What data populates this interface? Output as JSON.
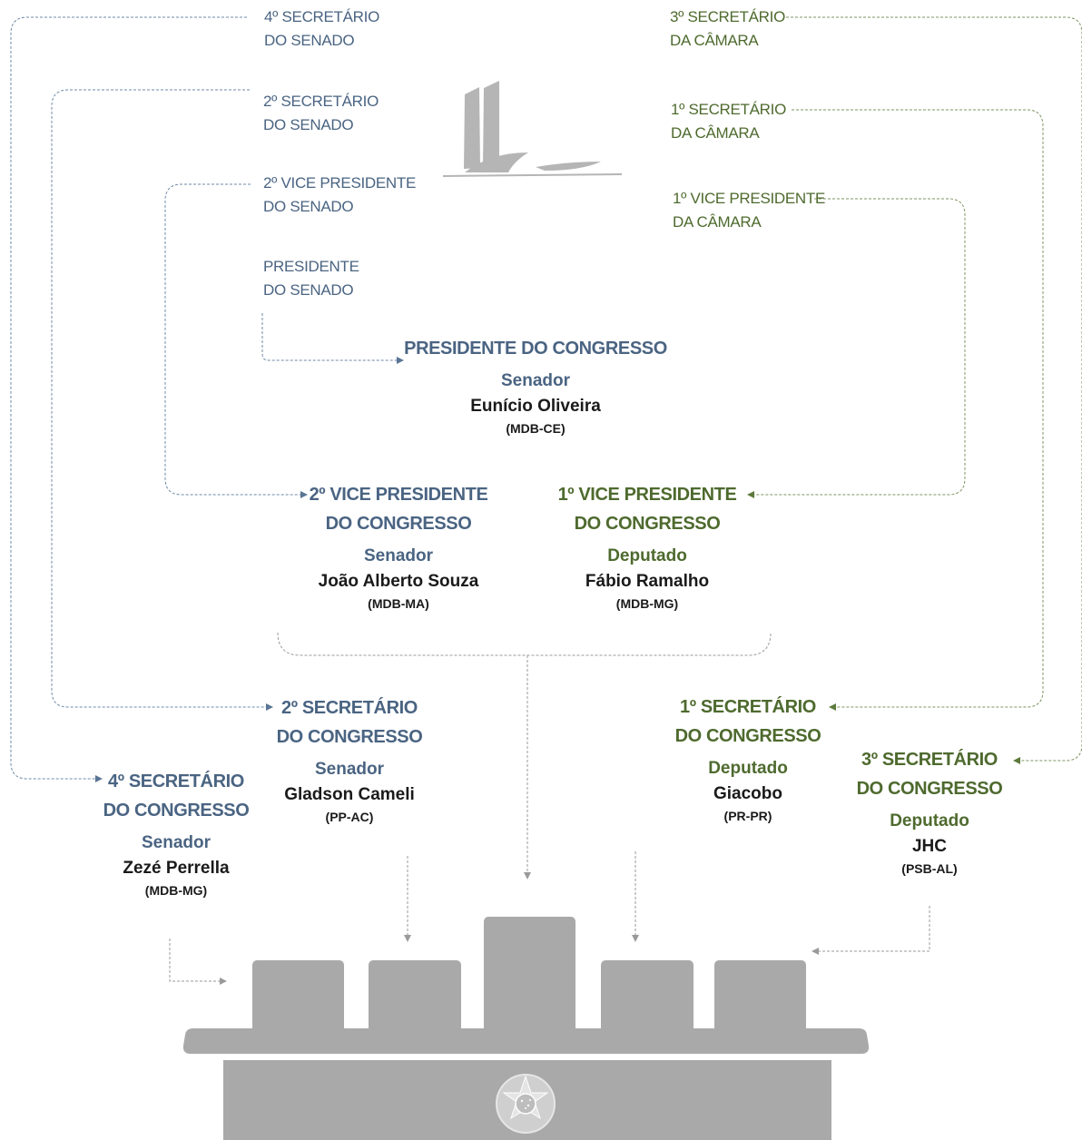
{
  "top_labels": {
    "senate": [
      {
        "id": "sen4",
        "line1": "4º SECRETÁRIO",
        "line2": "DO SENADO"
      },
      {
        "id": "sen2",
        "line1": "2º SECRETÁRIO",
        "line2": "DO SENADO"
      },
      {
        "id": "senvp2",
        "line1": "2º VICE PRESIDENTE",
        "line2": "DO SENADO"
      },
      {
        "id": "senpres",
        "line1": "PRESIDENTE",
        "line2": "DO SENADO"
      }
    ],
    "chamber": [
      {
        "id": "cam3",
        "line1": "3º SECRETÁRIO",
        "line2": "DA CÂMARA"
      },
      {
        "id": "cam1",
        "line1": "1º SECRETÁRIO",
        "line2": "DA CÂMARA"
      },
      {
        "id": "camvp1",
        "line1": "1º VICE PRESIDENTE",
        "line2": "DA CÂMARA"
      }
    ]
  },
  "congress": {
    "president": {
      "title": "PRESIDENTE DO CONGRESSO",
      "role": "Senador",
      "name": "Eunício Oliveira",
      "party": "(MDB-CE)"
    },
    "vp2": {
      "title1": "2º VICE PRESIDENTE",
      "title2": "DO CONGRESSO",
      "role": "Senador",
      "name": "João Alberto Souza",
      "party": "(MDB-MA)"
    },
    "vp1": {
      "title1": "1º VICE PRESIDENTE",
      "title2": "DO CONGRESSO",
      "role": "Deputado",
      "name": "Fábio Ramalho",
      "party": "(MDB-MG)"
    },
    "sec2": {
      "title1": "2º SECRETÁRIO",
      "title2": "DO CONGRESSO",
      "role": "Senador",
      "name": "Gladson Cameli",
      "party": "(PP-AC)"
    },
    "sec1": {
      "title1": "1º SECRETÁRIO",
      "title2": "DO CONGRESSO",
      "role": "Deputado",
      "name": "Giacobo",
      "party": "(PR-PR)"
    },
    "sec4": {
      "title1": "4º SECRETÁRIO",
      "title2": "DO CONGRESSO",
      "role": "Senador",
      "name": "Zezé Perrella",
      "party": "(MDB-MG)"
    },
    "sec3": {
      "title1": "3º SECRETÁRIO",
      "title2": "DO CONGRESSO",
      "role": "Deputado",
      "name": "JHC",
      "party": "(PSB-AL)"
    }
  },
  "colors": {
    "senate": "#4a6482",
    "chamber": "#4e6a2e",
    "furniture": "#a9a9a9",
    "building": "#b5b5b5"
  },
  "icons": [
    "congress-building-icon",
    "coat-of-arms-icon"
  ]
}
